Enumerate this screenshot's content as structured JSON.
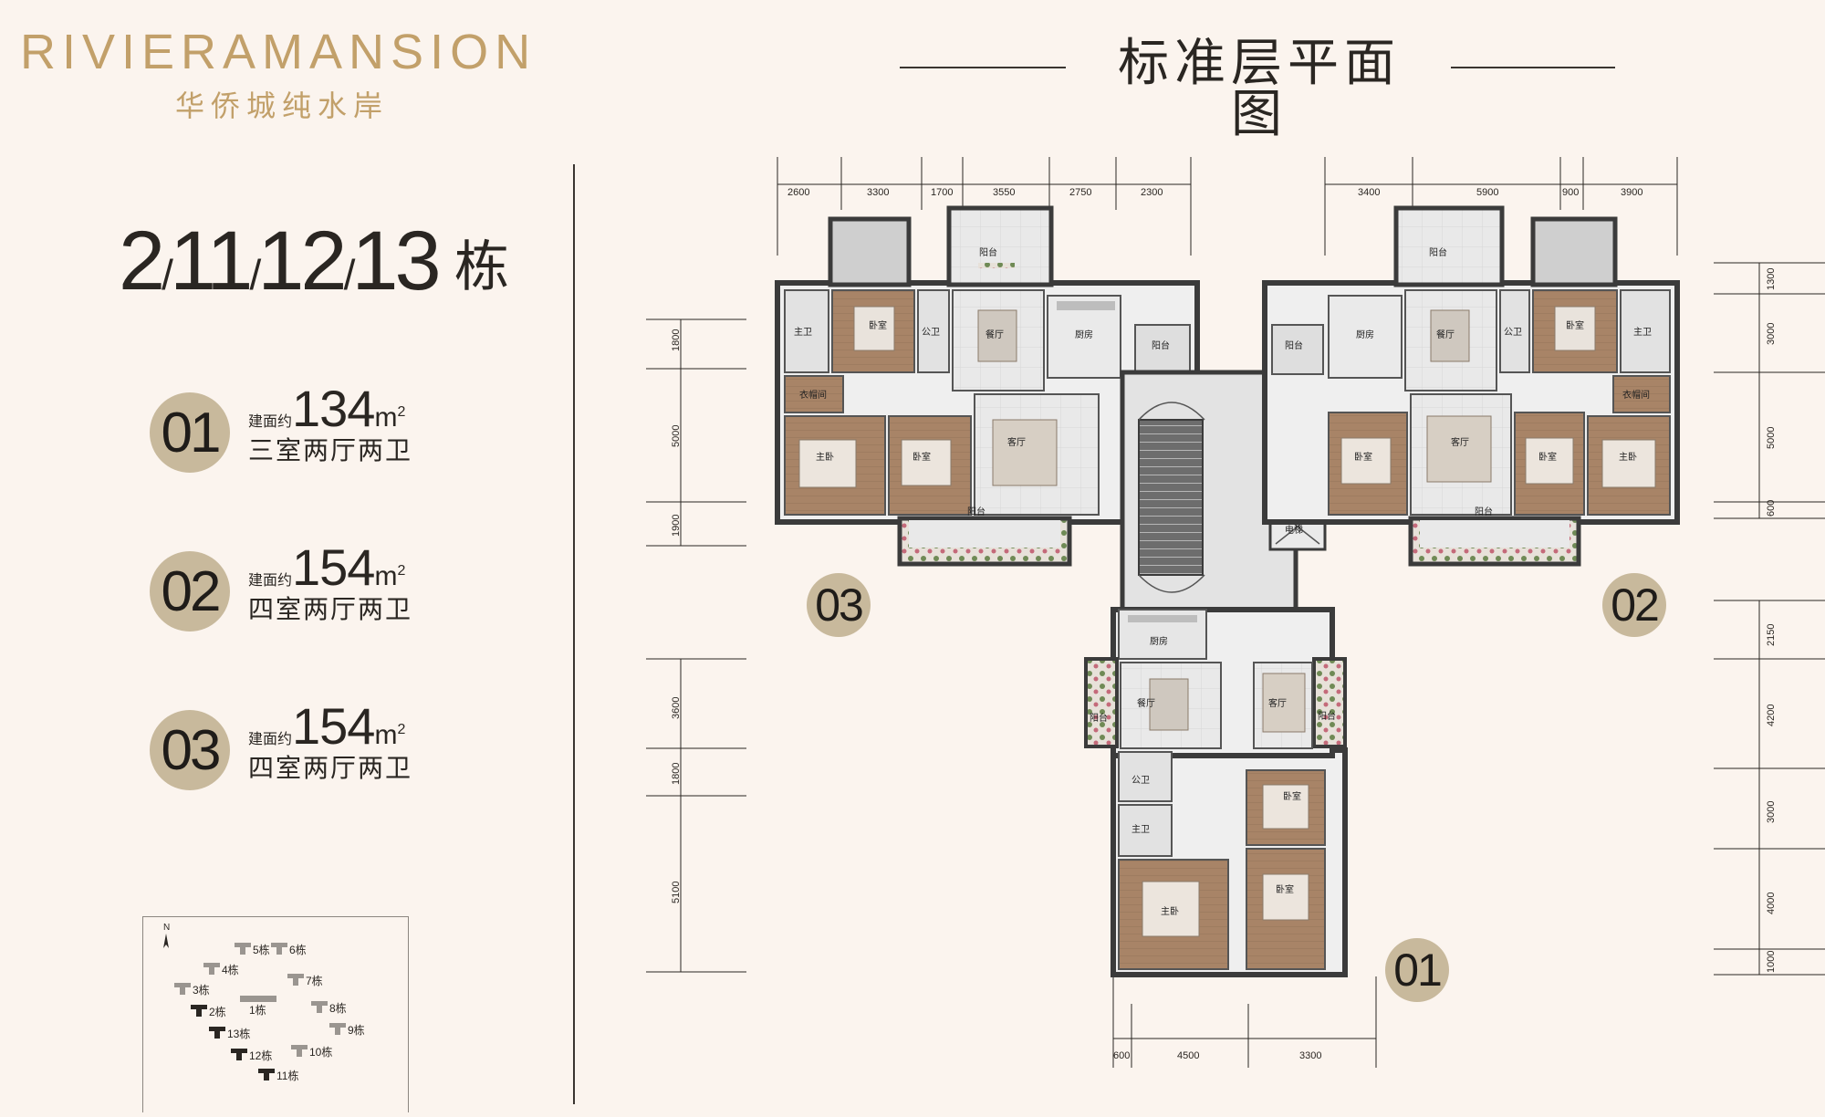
{
  "brand": {
    "name_en": "RIVIERAMANSION",
    "name_cn": "华侨城纯水岸"
  },
  "title": "标准层平面图",
  "buildings": {
    "numbers": [
      "2",
      "11",
      "12",
      "13"
    ],
    "suffix": "栋"
  },
  "units": [
    {
      "id": "01",
      "area_prefix": "建面约",
      "area": "134",
      "unit": "m",
      "sup": "2",
      "layout": "三室两厅两卫"
    },
    {
      "id": "02",
      "area_prefix": "建面约",
      "area": "154",
      "unit": "m",
      "sup": "2",
      "layout": "四室两厅两卫"
    },
    {
      "id": "03",
      "area_prefix": "建面约",
      "area": "154",
      "unit": "m",
      "sup": "2",
      "layout": "四室两厅两卫"
    }
  ],
  "plan_badges": {
    "left": "03",
    "right": "02",
    "bottom": "01"
  },
  "dimensions": {
    "top_left": [
      "2600",
      "3300",
      "1700",
      "3550",
      "2750",
      "2300"
    ],
    "top_right": [
      "3400",
      "5900",
      "900",
      "3900"
    ],
    "left_upper": [
      "1800",
      "5000",
      "1900"
    ],
    "left_lower": [
      "3600",
      "1800",
      "5100"
    ],
    "right_upper": [
      "1300",
      "3000",
      "5000",
      "600"
    ],
    "right_lower": [
      "2150",
      "4200",
      "3000",
      "4000",
      "1000"
    ],
    "bottom": [
      "600",
      "4500",
      "3300"
    ]
  },
  "rooms": {
    "balcony": "阳台",
    "kitchen": "厨房",
    "dining": "餐厅",
    "living": "客厅",
    "bedroom": "卧室",
    "master_bedroom": "主卧",
    "master_bath": "主卫",
    "public_bath": "公卫",
    "closet": "衣帽间",
    "elevator": "电梯"
  },
  "sitemap": {
    "north": "N",
    "blocks": [
      {
        "label": "5栋",
        "highlight": false
      },
      {
        "label": "6栋",
        "highlight": false
      },
      {
        "label": "4栋",
        "highlight": false
      },
      {
        "label": "7栋",
        "highlight": false
      },
      {
        "label": "3栋",
        "highlight": false
      },
      {
        "label": "1栋",
        "highlight": false
      },
      {
        "label": "8栋",
        "highlight": false
      },
      {
        "label": "2栋",
        "highlight": true
      },
      {
        "label": "9栋",
        "highlight": false
      },
      {
        "label": "13栋",
        "highlight": true
      },
      {
        "label": "10栋",
        "highlight": false
      },
      {
        "label": "12栋",
        "highlight": true
      },
      {
        "label": "11栋",
        "highlight": true
      }
    ]
  },
  "colors": {
    "background": "#fbf4ee",
    "gold": "#c2a06a",
    "badge": "#c8b99c",
    "wall": "#3b3b3b",
    "highlight_block": "#2a2622",
    "block": "#9a9590"
  }
}
